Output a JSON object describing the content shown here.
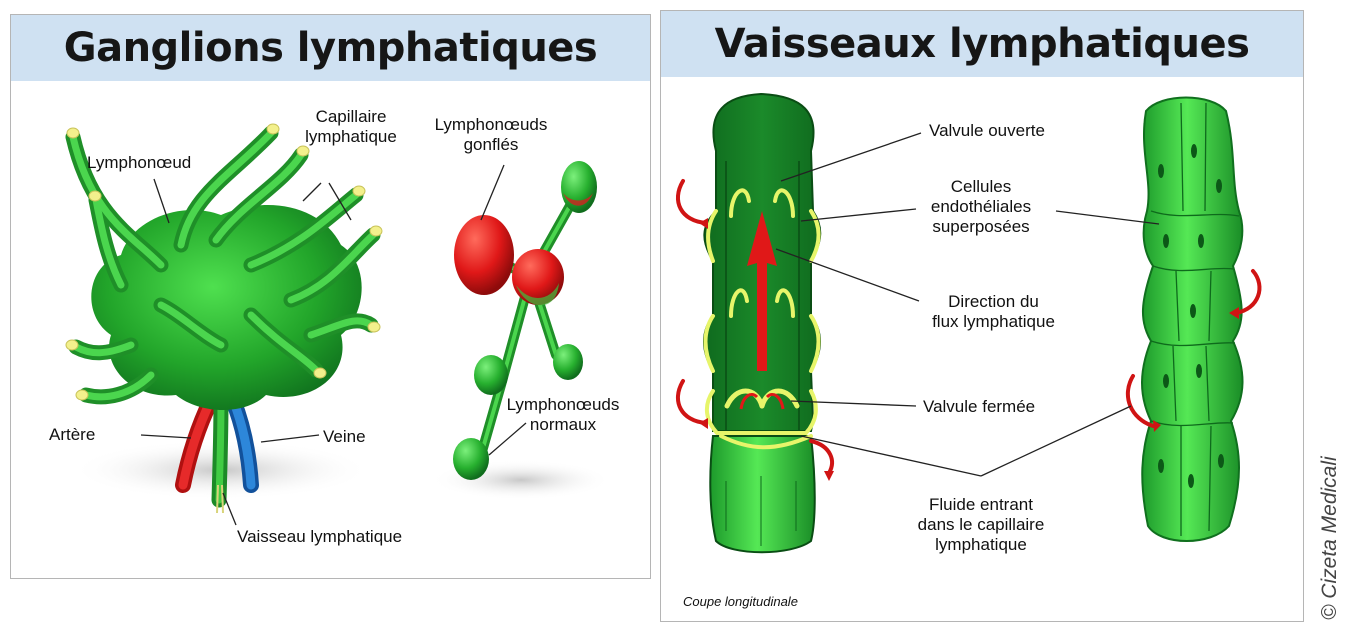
{
  "left_panel": {
    "title": "Ganglions lymphatiques",
    "labels": {
      "lymphonoeud": "Lymphonœud",
      "capillaire_1": "Capillaire",
      "capillaire_2": "lymphatique",
      "gonfles_1": "Lymphonœuds",
      "gonfles_2": "gonflés",
      "normaux_1": "Lymphonœuds",
      "normaux_2": "normaux",
      "artere": "Artère",
      "veine": "Veine",
      "vaisseau": "Vaisseau lymphatique"
    }
  },
  "right_panel": {
    "title": "Vaisseaux lymphatiques",
    "labels": {
      "valvule_ouverte": "Valvule ouverte",
      "cellules_1": "Cellules",
      "cellules_2": "endothéliales",
      "cellules_3": "superposées",
      "direction_1": "Direction du",
      "direction_2": "flux lymphatique",
      "valvule_fermee": "Valvule fermée",
      "fluide_1": "Fluide entrant",
      "fluide_2": "dans le capillaire",
      "fluide_3": "lymphatique"
    },
    "caption": "Coupe longitudinale"
  },
  "credit": "© Cizeta Medicali",
  "colors": {
    "header_bg": "#cfe1f2",
    "green": "#2fb82f",
    "dark_green": "#0d6a1e",
    "light_green": "#46e046",
    "valve_yellow": "#e7f56a",
    "red": "#e01818",
    "blue": "#1f74c9"
  }
}
